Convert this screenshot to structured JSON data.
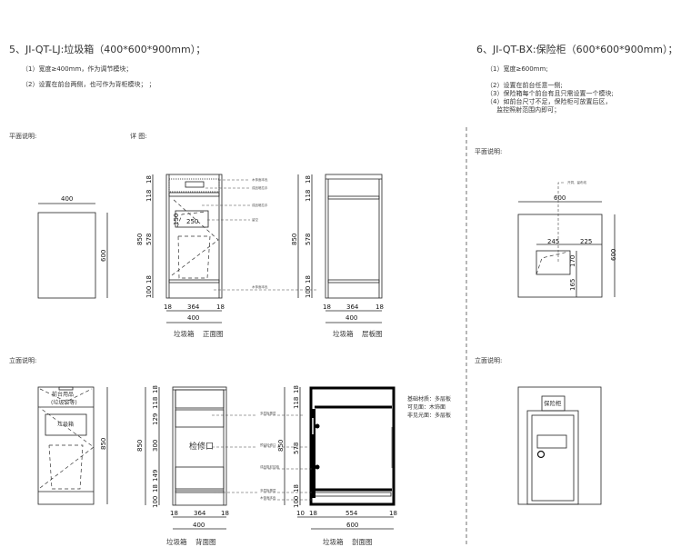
{
  "left": {
    "title": "5、JI-QT-LJ:垃圾箱（400*600*900mm）；",
    "notes": [
      "（1）宽度≥400mm，作为调节模块；",
      "（2）设置在前台两侧，也可作为背柜模块；  ；"
    ],
    "plan_label": "平面说明:",
    "detail_label": "详  图:",
    "elevation_label": "立面说明:",
    "plan_dims": {
      "width": "400",
      "depth": "600"
    },
    "elev_box_labels": [
      "前台用品",
      "(垃圾袋等)",
      "垃圾箱"
    ],
    "elev_dim": "850",
    "front": {
      "vdims": [
        "18",
        "18",
        "118",
        "18",
        "578",
        "18",
        "100"
      ],
      "total": "850",
      "hdims": [
        "18",
        "364",
        "18"
      ],
      "width": "400",
      "inner_dims": [
        "150",
        "250"
      ],
      "labels": [
        "木饰面本色",
        "成品暗拉手",
        "成品暗拉手",
        "留空",
        "木饰面本色"
      ],
      "caption": "垃圾箱    正面图"
    },
    "shelf": {
      "vdims": [
        "18",
        "18",
        "118",
        "18",
        "578",
        "18",
        "100"
      ],
      "total": "850",
      "hdims": [
        "18",
        "364",
        "18"
      ],
      "width": "400",
      "caption": "垃圾箱    层板图"
    },
    "back": {
      "vdims": [
        "18",
        "18",
        "118",
        "129",
        "300",
        "149",
        "18",
        "100"
      ],
      "total": "850",
      "hdims": [
        "18",
        "364",
        "18"
      ],
      "width": "400",
      "opening": "检修口",
      "labels": [
        "多层板基层",
        "预留检修口",
        "成品阻尼铰链",
        "多层板基层",
        "木饰面本色"
      ],
      "caption": "垃圾箱    背面图"
    },
    "section": {
      "vdims": [
        "18",
        "18",
        "118",
        "578",
        "18",
        "100"
      ],
      "total": "850",
      "hdims": [
        "10",
        "18",
        "554",
        "18"
      ],
      "width": "600",
      "caption": "垃圾箱    剖面图"
    },
    "materials": [
      "基础材质：多层板",
      "可见面：木饰面",
      "非见光面：多层板"
    ]
  },
  "right": {
    "title": "6、JI-QT-BX:保险柜（600*600*900mm）；",
    "notes": [
      "（1）宽度≥600mm;",
      "（2）设置在前台任意一侧;",
      "（3）保险箱每个前台有且只需设置一个模块;",
      "（4）如前台尺寸不足，保险柜可放置后区，",
      "     监控照射范围内即可；"
    ],
    "plan_label": "平面说明:",
    "elevation_label": "立面说明:",
    "plan_dims": {
      "width": "600",
      "depth": "600",
      "a": "245",
      "b": "225",
      "c": "170",
      "d": "165"
    },
    "plan_leader": "开洞，留布线",
    "safe_label": "保险柜"
  }
}
